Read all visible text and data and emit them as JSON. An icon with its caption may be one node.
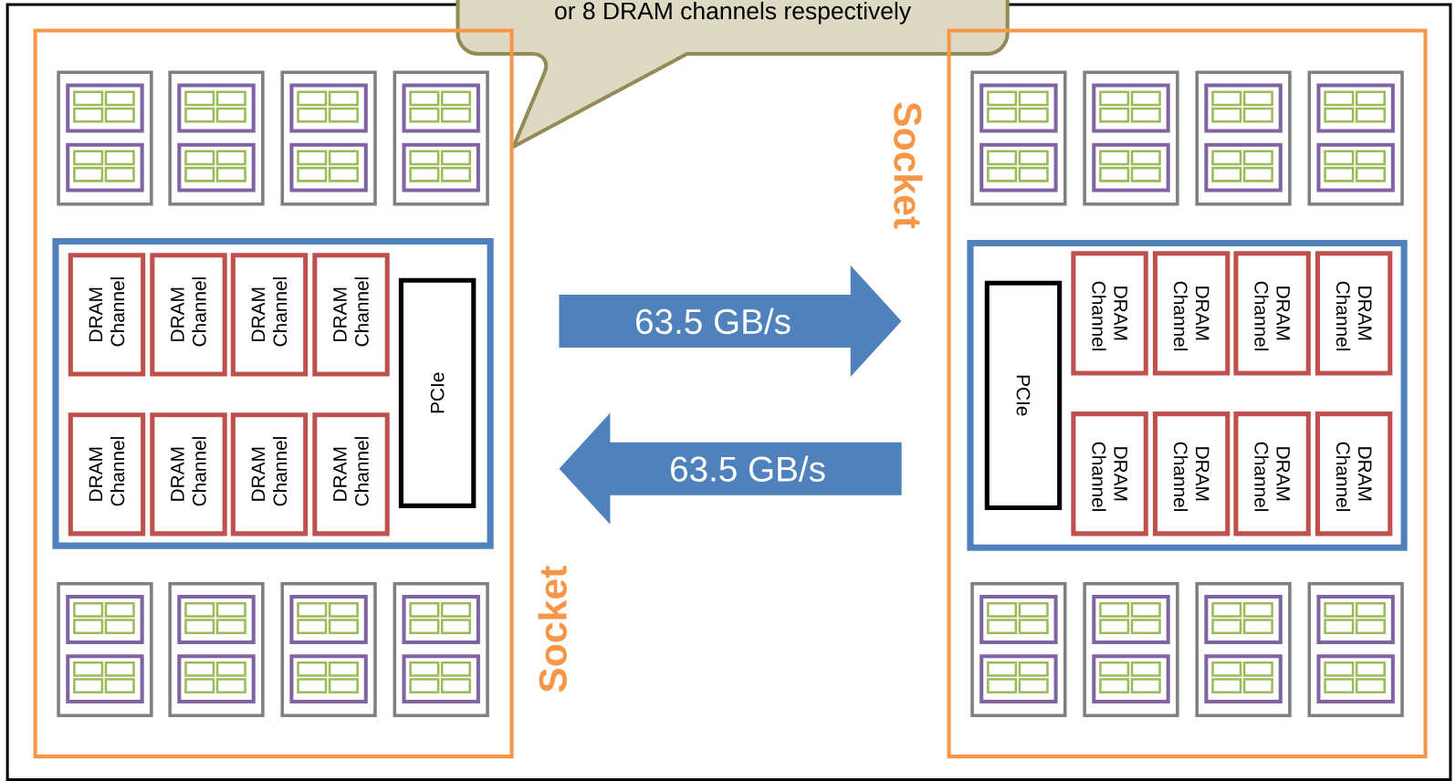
{
  "diagram": {
    "nodes": [
      {
        "text": [
          "or 8 DRAM channels respectively"
        ]
      },
      {
        "text": [
          "Socket"
        ]
      },
      {
        "text": [],
        "shape": "box",
        "in": 1
      },
      {
        "text": [
          "DRAM Channel"
        ],
        "in": 2
      },
      {
        "text": [
          "DRAM Channel"
        ],
        "in": 2
      },
      {
        "text": [
          "DRAM Channel"
        ],
        "in": 2
      },
      {
        "text": [
          "DRAM Channel"
        ],
        "in": 2
      },
      {
        "text": [
          "DRAM Channel"
        ],
        "in": 2
      },
      {
        "text": [
          "DRAM Channel"
        ],
        "in": 2
      },
      {
        "text": [
          "DRAM Channel"
        ],
        "in": 2
      },
      {
        "text": [
          "DRAM Channel"
        ],
        "in": 2
      },
      {
        "text": [
          "PCIe"
        ],
        "in": 2
      },
      {
        "text": [
          "Socket"
        ]
      },
      {
        "text": [],
        "shape": "box",
        "in": 12
      },
      {
        "text": [
          "PCIe"
        ],
        "in": 13
      },
      {
        "text": [
          "DRAM Channel"
        ],
        "in": 13
      },
      {
        "text": [
          "DRAM Channel"
        ],
        "in": 13
      },
      {
        "text": [
          "DRAM Channel"
        ],
        "in": 13
      },
      {
        "text": [
          "DRAM Channel"
        ],
        "in": 13
      },
      {
        "text": [
          "DRAM Channel"
        ],
        "in": 13
      },
      {
        "text": [
          "DRAM Channel"
        ],
        "in": 13
      },
      {
        "text": [
          "DRAM Channel"
        ],
        "in": 13
      },
      {
        "text": [
          "DRAM Channel"
        ],
        "in": 13
      }
    ],
    "edges": [
      {
        "from": 1,
        "to": 12,
        "arrow": "to",
        "label": "63.5 GB/s"
      },
      {
        "from": 12,
        "to": 1,
        "arrow": "to",
        "label": "63.5 GB/s"
      }
    ]
  }
}
